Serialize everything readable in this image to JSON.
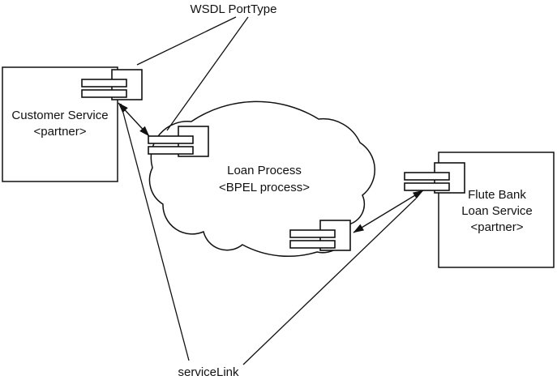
{
  "labels": {
    "wsdl_porttype": "WSDL PortType",
    "service_link": "serviceLink"
  },
  "nodes": {
    "customer_service": {
      "title": "Customer Service",
      "stereotype": "<partner>"
    },
    "loan_process": {
      "title": "Loan Process",
      "stereotype": "<BPEL process>"
    },
    "flute_bank": {
      "title": "Flute Bank",
      "subtitle": "Loan Service",
      "stereotype": "<partner>"
    }
  },
  "icons": {
    "porttype": "uml-component-port-icon"
  },
  "colors": {
    "background": "#ffffff",
    "stroke": "#111111",
    "text": "#111111"
  }
}
